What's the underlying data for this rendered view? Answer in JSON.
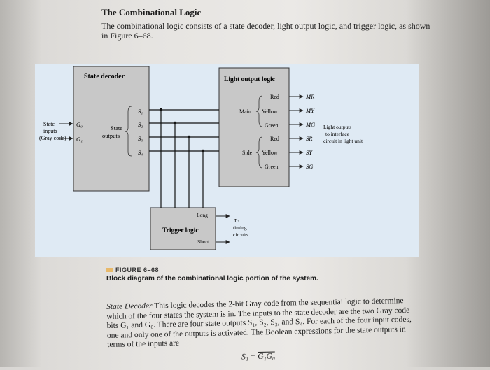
{
  "page": {
    "section_title": "The Combinational Logic",
    "intro": "The combinational logic consists of a state decoder, light output logic, and trigger logic, as shown in Figure 6–68."
  },
  "diagram": {
    "state_decoder_title": "State decoder",
    "light_output_title": "Light output logic",
    "trigger_title": "Trigger logic",
    "state_inputs_label": [
      "State",
      "inputs",
      "(Gray code)"
    ],
    "decoder_inputs": [
      "G₀",
      "G₁"
    ],
    "state_outputs_label": [
      "State",
      "outputs"
    ],
    "state_outputs": [
      "S₁",
      "S₂",
      "S₃",
      "S₄"
    ],
    "main_label": "Main",
    "side_label": "Side",
    "main_lights": [
      "Red",
      "Yellow",
      "Green"
    ],
    "side_lights": [
      "Red",
      "Yellow",
      "Green"
    ],
    "outputs": [
      "MR",
      "MY",
      "MG",
      "SR",
      "SY",
      "SG"
    ],
    "light_outputs_note": [
      "Light outputs",
      "to interface",
      "circuit in light unit"
    ],
    "trigger_long": "Long",
    "trigger_short": "Short",
    "timing_note": [
      "To",
      "timing",
      "circuits"
    ]
  },
  "figure": {
    "label": "FIGURE 6–68",
    "caption": "Block diagram of the combinational logic portion of the system."
  },
  "body": {
    "lead": "State Decoder",
    "text": "This logic decodes the 2-bit Gray code from the sequential logic to determine which of the four states the system is in. The inputs to the state decoder are the two Gray code bits G₁ and G₀. There are four state outputs S₁, S₂, S₃, and S₄. For each of the four input codes, one and only one of the outputs is activated. The Boolean expressions for the state outputs in terms of the inputs are",
    "formula_lhs": "S₁ = ",
    "formula_g1": "G₁",
    "formula_g0": "G₀",
    "formula_next_line": "— —"
  }
}
